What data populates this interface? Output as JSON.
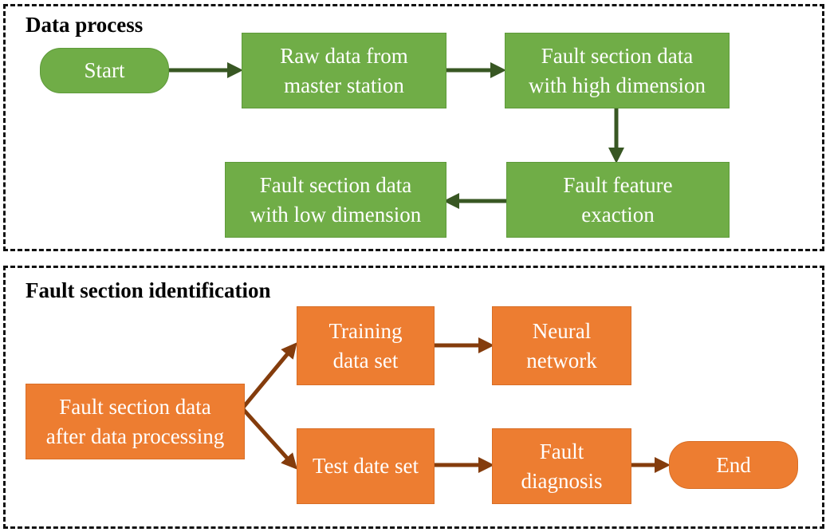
{
  "sections": {
    "data_process": {
      "title": "Data process"
    },
    "fault_identification": {
      "title": "Fault section identification"
    }
  },
  "nodes": {
    "start": "Start",
    "raw_data": "Raw data from\nmaster station",
    "high_dim": "Fault section data\nwith high dimension",
    "feature_extraction": "Fault feature\nexaction",
    "low_dim": "Fault section data\nwith low dimension",
    "after_processing": "Fault section data\nafter data processing",
    "training_set": "Training\ndata set",
    "neural_network": "Neural\nnetwork",
    "test_set": "Test date set",
    "fault_diagnosis": "Fault\ndiagnosis",
    "end": "End"
  },
  "colors": {
    "green_fill": "#70ad47",
    "green_arrow": "#385723",
    "orange_fill": "#ed7d31",
    "orange_arrow": "#843c0c",
    "border": "#111111"
  }
}
